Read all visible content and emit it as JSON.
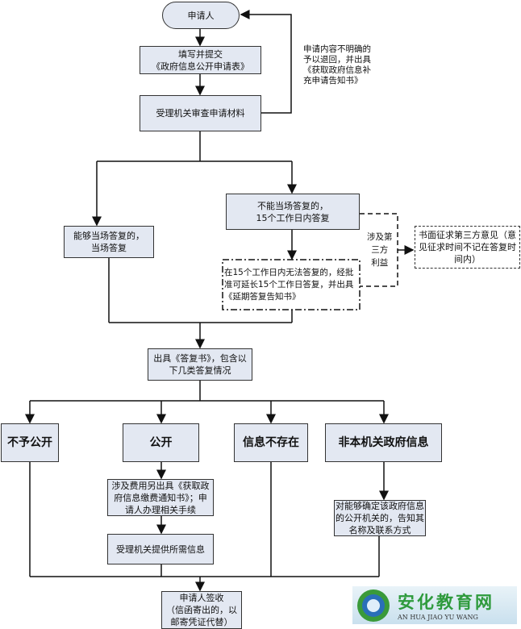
{
  "nodes": {
    "applicant": "申请人",
    "submit": "填写并提交\n《政府信息公开申请表》",
    "review": "受理机关审查申请材料",
    "return_note": "申请内容不明确的\n予以退回，并出具\n《获取政府信息补\n充申请告知书》",
    "immediate": "能够当场答复的，\n当场答复",
    "not_immediate": "不能当场答复的，\n15个工作日内答复",
    "third_party_label": "涉及第\n三方\n利益",
    "third_party": "书面征求第三方意见（意\n见征求时间不记在答复时\n间内）",
    "extension": "在15个工作日内无法答复的，经批\n准可延长15个工作日答复，并出具\n《延期答复告知书》",
    "reply": "出具《答复书》，包含以\n下几类答复情况",
    "no_disclose": "不予公开",
    "disclose": "公开",
    "not_exist": "信息不存在",
    "not_this_agency": "非本机关政府信息",
    "fees": "涉及费用另出具《获取政\n府信息缴费通知书》；申\n请人办理相关手续",
    "provide": "受理机关提供所需信息",
    "inform_agency": "对能够确定该政府信息\n的公开机关的，告知其\n名称及联系方式",
    "receipt": "申请人签收\n（信函寄出的，以\n邮寄凭证代替）"
  },
  "logo": {
    "cn": "安化教育网",
    "en": "AN HUA JIAO YU WANG"
  },
  "colors": {
    "box_fill": "#e3e8f2",
    "line": "#222222",
    "logo_text": "#2e9a3c"
  }
}
